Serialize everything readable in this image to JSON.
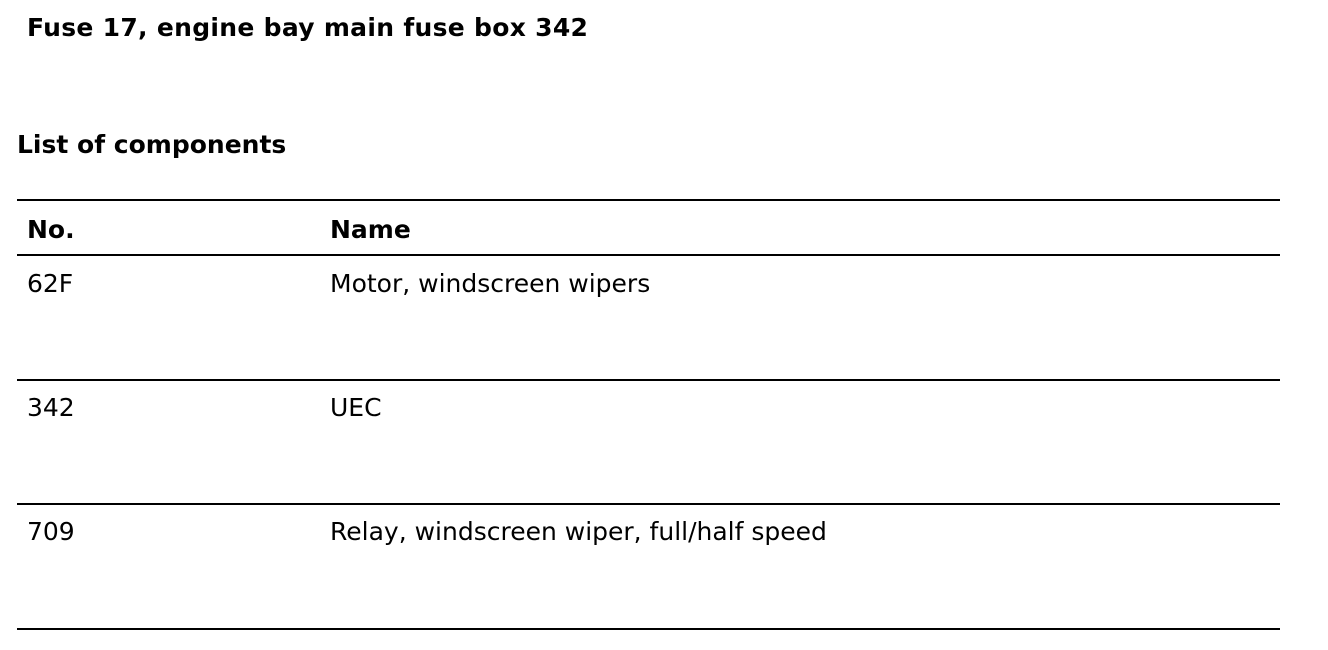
{
  "document": {
    "title": "Fuse 17, engine bay main fuse box 342",
    "section_heading": "List of components"
  },
  "table": {
    "headers": {
      "no": "No.",
      "name": "Name"
    },
    "rows": [
      {
        "no": "62F",
        "name": "Motor, windscreen wipers"
      },
      {
        "no": "342",
        "name": "UEC"
      },
      {
        "no": "709",
        "name": "Relay, windscreen wiper, full/half speed"
      }
    ]
  }
}
